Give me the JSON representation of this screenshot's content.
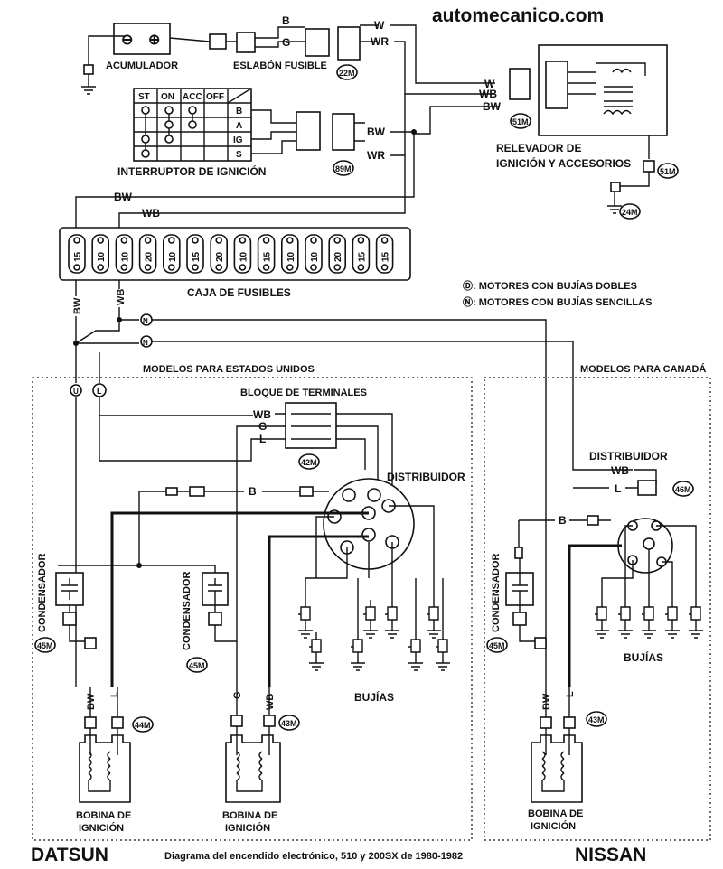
{
  "site": "automecanico.com",
  "title": "Diagrama del encendido electrónico, 510 y 200SX de 1980-1982",
  "brand_left": "DATSUN",
  "brand_right": "NISSAN",
  "components": {
    "battery": "ACUMULADOR",
    "battery_minus": "⊖",
    "battery_plus": "⊕",
    "fusible_link": "ESLABÓN FUSIBLE",
    "ignition_switch": "INTERRUPTOR DE IGNICIÓN",
    "relay": "RELEVADOR DE",
    "relay_2": "IGNICIÓN Y ACCESORIOS",
    "fuse_box": "CAJA DE FUSIBLES",
    "terminal_block": "BLOQUE DE TERMINALES",
    "distributor": "DISTRIBUIDOR",
    "spark_plugs": "BUJÍAS",
    "spark_plugs_ca": "BUJÍAS",
    "condenser": "CONDENSADOR",
    "coil_line1": "BOBINA DE",
    "coil_line2": "IGNICIÓN"
  },
  "switch_table": {
    "headers": [
      "ST",
      "ON",
      "ACC",
      "OFF"
    ],
    "rows": [
      "B",
      "A",
      "IG",
      "S"
    ]
  },
  "legend": {
    "dual": "Ⓓ: MOTORES CON BUJÍAS DOBLES",
    "single": "Ⓝ: MOTORES CON BUJÍAS SENCILLAS"
  },
  "regions": {
    "us": "MODELOS PARA ESTADOS UNIDOS",
    "canada": "MODELOS PARA CANADÁ"
  },
  "fuses": [
    "15",
    "10",
    "10",
    "20",
    "10",
    "15",
    "20",
    "10",
    "15",
    "10",
    "10",
    "20",
    "15",
    "15"
  ],
  "wires": {
    "B": "B",
    "G": "G",
    "W": "W",
    "WR": "WR",
    "WB": "WB",
    "BW": "BW",
    "L": "L"
  },
  "connectors": {
    "c22": "22M",
    "c51a": "51M",
    "c51b": "51M",
    "c24": "24M",
    "c89": "89M",
    "c42": "42M",
    "c45a": "45M",
    "c45b": "45M",
    "c44": "44M",
    "c43a": "43M",
    "c46": "46M",
    "c45c": "45M",
    "c43b": "43M"
  },
  "markers": {
    "D": "D",
    "N": "N",
    "U": "U",
    "L": "L"
  }
}
